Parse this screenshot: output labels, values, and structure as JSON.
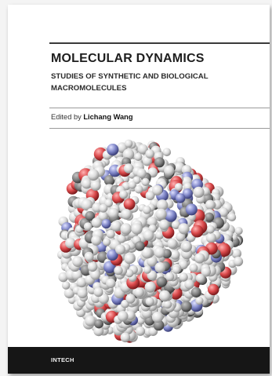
{
  "cover": {
    "title": "MOLECULAR DYNAMICS",
    "subtitle_line1": "STUDIES OF SYNTHETIC AND BIOLOGICAL",
    "subtitle_line2": "MACROMOLECULES",
    "editor_prefix": "Edited by ",
    "editor_name": "Lichang Wang",
    "publisher": "INTECH"
  },
  "colors": {
    "atom_white": "#e6e6e6",
    "atom_gray": "#8c8c8c",
    "atom_red": "#d9484a",
    "atom_blue": "#7f86c8",
    "footer": "#161616"
  }
}
